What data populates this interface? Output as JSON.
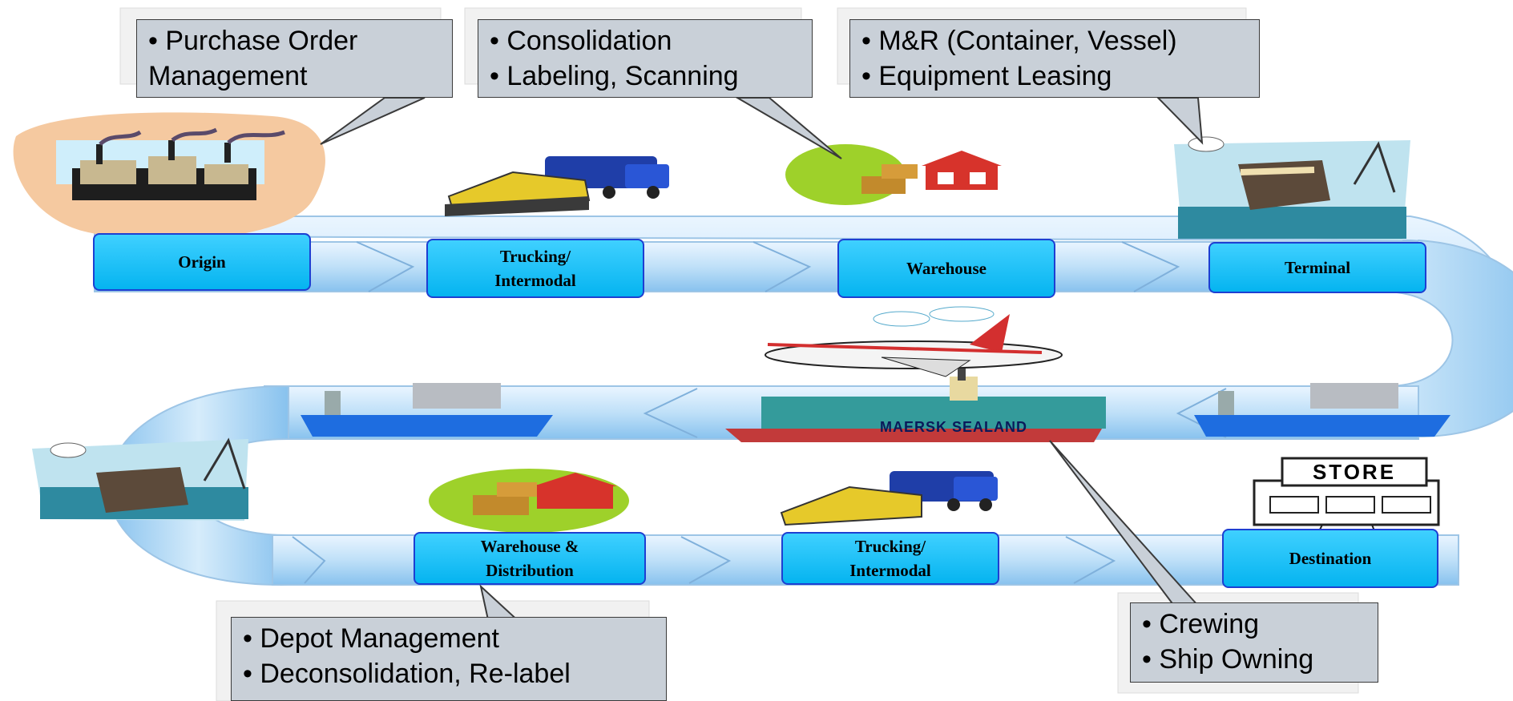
{
  "stages": {
    "origin": {
      "lines": [
        "Origin"
      ]
    },
    "trucking_top": {
      "lines": [
        "Trucking/",
        "Intermodal"
      ]
    },
    "warehouse": {
      "lines": [
        "Warehouse"
      ]
    },
    "terminal": {
      "lines": [
        "Terminal"
      ]
    },
    "warehouse_distribution": {
      "lines": [
        "Warehouse &",
        "Distribution"
      ]
    },
    "trucking_bottom": {
      "lines": [
        "Trucking/",
        "Intermodal"
      ]
    },
    "destination": {
      "lines": [
        "Destination"
      ]
    }
  },
  "callouts": {
    "purchase": {
      "lines": [
        "• Purchase Order",
        "Management"
      ]
    },
    "consolidation": {
      "lines": [
        "• Consolidation",
        "• Labeling, Scanning"
      ]
    },
    "mr": {
      "lines": [
        "• M&R (Container,  Vessel)",
        "• Equipment Leasing"
      ]
    },
    "depot": {
      "lines": [
        "• Depot Management",
        "• Deconsolidation,  Re-label"
      ]
    },
    "crewing": {
      "lines": [
        "• Crewing",
        "• Ship Owning"
      ]
    }
  },
  "labels": {
    "store_sign": "STORE",
    "ship_name": "MAERSK SEALAND"
  },
  "colors": {
    "stage_fill": "#0bb8f2",
    "stage_border": "#1d3fd2",
    "callout_fill": "#c9d0d8",
    "flow_band": "#a9d4f2"
  }
}
